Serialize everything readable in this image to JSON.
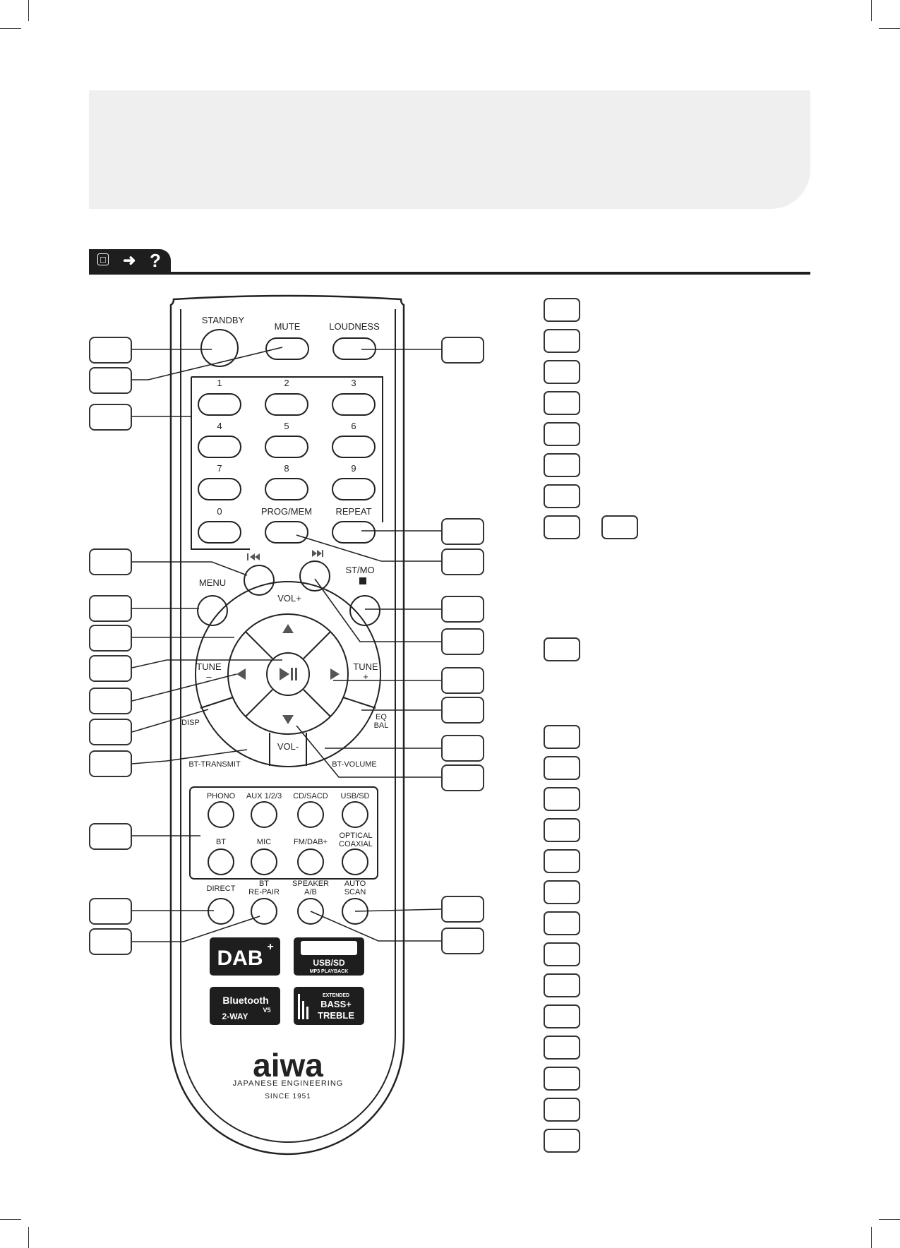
{
  "remote": {
    "top_row": [
      "STANDBY",
      "MUTE",
      "LOUDNESS"
    ],
    "digits": [
      "1",
      "2",
      "3",
      "4",
      "5",
      "6",
      "7",
      "8",
      "9",
      "0"
    ],
    "prog_mem": "PROG/MEM",
    "repeat": "REPEAT",
    "st_mo": "ST/MO",
    "menu": "MENU",
    "vol_plus": "VOL+",
    "vol_minus": "VOL-",
    "tune_minus": "TUNE",
    "tune_minus_sign": "–",
    "tune_plus": "TUNE",
    "tune_plus_sign": "+",
    "disp": "DISP",
    "eq": "EQ",
    "bal": "BAL",
    "bt_transmit": "BT-TRANSMIT",
    "bt_volume": "BT-VOLUME",
    "sources_row1": [
      "PHONO",
      "AUX 1/2/3",
      "CD/SACD",
      "USB/SD"
    ],
    "sources_row2": [
      "BT",
      "MIC",
      "FM/DAB+"
    ],
    "optical_1": "OPTICAL",
    "optical_2": "COAXIAL",
    "direct": "DIRECT",
    "bt_repair_1": "BT",
    "bt_repair_2": "RE-PAIR",
    "speaker_1": "SPEAKER",
    "speaker_2": "A/B",
    "autoscan_1": "AUTO",
    "autoscan_2": "SCAN",
    "logos": {
      "dab": "DAB",
      "usb_sd": "USB/SD",
      "mp3": "MP3 PLAYBACK",
      "bluetooth": "Bluetooth",
      "bt_version": "V5",
      "two_way": "2-WAY",
      "extended": "EXTENDED",
      "bass": "BASS+",
      "treble": "TREBLE"
    },
    "brand": "aiwa",
    "tagline": "JAPANESE ENGINEERING",
    "since": "SINCE 1951"
  },
  "colors": {
    "ink": "#222222",
    "band": "#efefef",
    "tab": "#1e1e1e"
  }
}
